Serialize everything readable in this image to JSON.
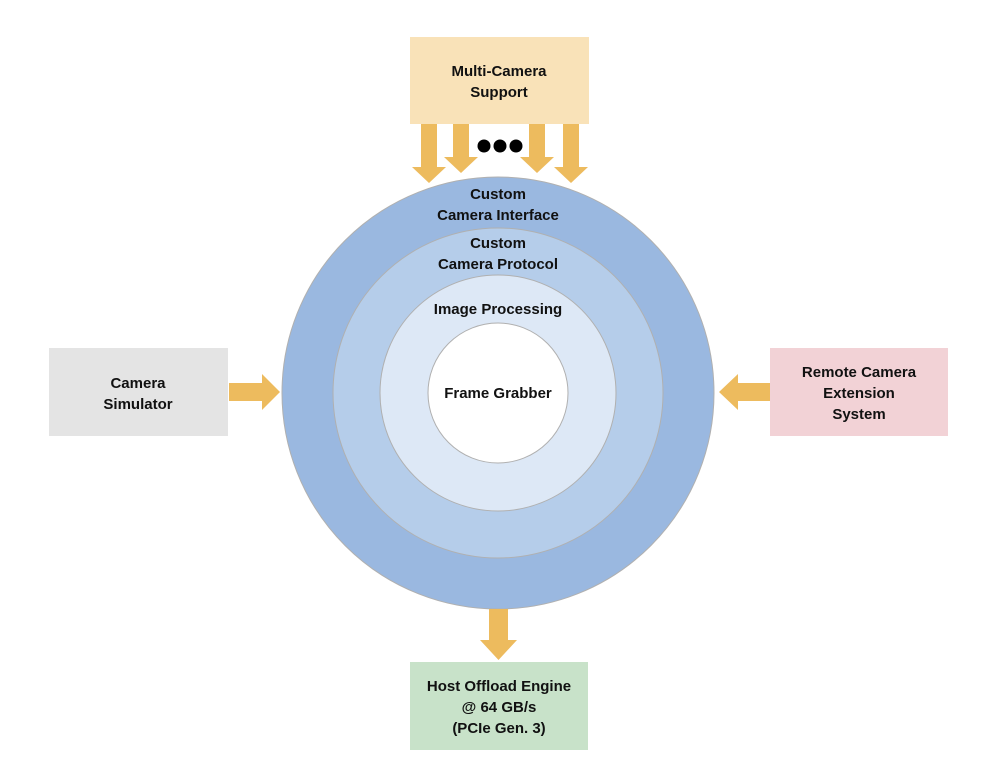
{
  "colors": {
    "arrow": "#edbb5e",
    "ring_outer": "#9ab8e0",
    "ring_second": "#b5cdea",
    "ring_third": "#dde8f6",
    "core": "#ffffff",
    "ring_stroke": "#b0b0b0",
    "top_box": "#f9e2b8",
    "left_box": "#e4e4e4",
    "right_box": "#f2d2d6",
    "bottom_box": "#c8e2c9"
  },
  "rings": {
    "outer": {
      "line1": "Custom",
      "line2": "Camera Interface"
    },
    "second": {
      "line1": "Custom",
      "line2": "Camera Protocol"
    },
    "third": {
      "line1": "Image Processing"
    },
    "core": {
      "line1": "Frame Grabber"
    }
  },
  "boxes": {
    "top": {
      "line1": "Multi-Camera",
      "line2": "Support"
    },
    "left": {
      "line1": "Camera",
      "line2": "Simulator"
    },
    "right": {
      "line1": "Remote Camera",
      "line2": "Extension",
      "line3": "System"
    },
    "bottom": {
      "line1": "Host Offload Engine",
      "line2": "@ 64 GB/s",
      "line3": "(PCIe Gen. 3)"
    }
  },
  "ellipsis_icon": "three-dots"
}
